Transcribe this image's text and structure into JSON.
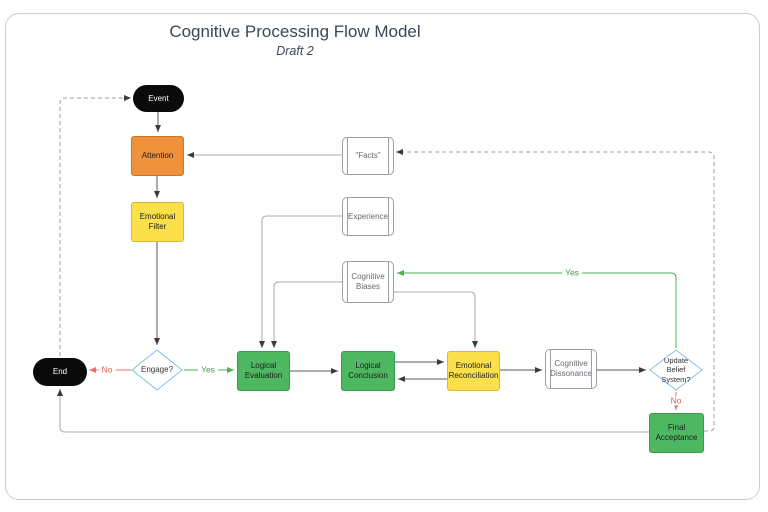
{
  "header": {
    "title": "Cognitive Processing Flow Model",
    "subtitle": "Draft 2"
  },
  "nodes": {
    "event": {
      "label": "Event",
      "type": "terminator",
      "color": "#0D0D0D"
    },
    "attention": {
      "label": "Attention",
      "type": "process",
      "color": "#F0913B"
    },
    "emotional_filter": {
      "label": "Emotional Filter",
      "type": "process",
      "color": "#FBE04A"
    },
    "engage": {
      "label": "Engage?",
      "type": "decision",
      "color": "#FFFFFF"
    },
    "end": {
      "label": "End",
      "type": "terminator",
      "color": "#0D0D0D"
    },
    "logical_evaluation": {
      "label": "Logical Evaluation",
      "type": "process",
      "color": "#4DB861"
    },
    "logical_conclusion": {
      "label": "Logical Conclusion",
      "type": "process",
      "color": "#4DB861"
    },
    "emotional_reconciliation": {
      "label": "Emotional Reconciliation",
      "type": "process",
      "color": "#FBE04A"
    },
    "cognitive_dissonance": {
      "label": "Cognitive Dissonance",
      "type": "predefined-process",
      "color": "#FFFFFF"
    },
    "update_belief": {
      "label": "Update Belief System?",
      "type": "decision",
      "color": "#FFFFFF"
    },
    "final_acceptance": {
      "label": "Final Acceptance",
      "type": "process",
      "color": "#4DB861"
    },
    "facts": {
      "label": "\"Facts\"",
      "type": "predefined-process",
      "color": "#FFFFFF"
    },
    "experience": {
      "label": "Experience",
      "type": "predefined-process",
      "color": "#FFFFFF"
    },
    "cognitive_biases": {
      "label": "Cognitive Biases",
      "type": "predefined-process",
      "color": "#FFFFFF"
    }
  },
  "edges": [
    {
      "from": "End",
      "to": "Event",
      "style": "dashed"
    },
    {
      "from": "Event",
      "to": "Attention"
    },
    {
      "from": "Attention",
      "to": "Emotional Filter"
    },
    {
      "from": "Emotional Filter",
      "to": "Engage?"
    },
    {
      "from": "Engage?",
      "to": "End",
      "label": "No",
      "color": "#E8756D"
    },
    {
      "from": "Engage?",
      "to": "Logical Evaluation",
      "label": "Yes",
      "color": "#4CAF50"
    },
    {
      "from": "\"Facts\"",
      "to": "Attention"
    },
    {
      "from": "Experience",
      "to": "Logical Evaluation"
    },
    {
      "from": "Cognitive Biases",
      "to": "Logical Evaluation"
    },
    {
      "from": "Cognitive Biases",
      "to": "Emotional Reconciliation"
    },
    {
      "from": "Logical Evaluation",
      "to": "Logical Conclusion"
    },
    {
      "from": "Logical Conclusion",
      "to": "Emotional Reconciliation"
    },
    {
      "from": "Emotional Reconciliation",
      "to": "Logical Conclusion"
    },
    {
      "from": "Emotional Reconciliation",
      "to": "Cognitive Dissonance"
    },
    {
      "from": "Cognitive Dissonance",
      "to": "Update Belief System?"
    },
    {
      "from": "Update Belief System?",
      "to": "Cognitive Biases",
      "label": "Yes",
      "color": "#4CAF50"
    },
    {
      "from": "Update Belief System?",
      "to": "Final Acceptance",
      "label": "No",
      "color": "#E8756D"
    },
    {
      "from": "Final Acceptance",
      "to": "End"
    },
    {
      "from": "Final Acceptance",
      "to": "\"Facts\"",
      "style": "dashed"
    }
  ],
  "colors": {
    "node_orange": "#F0913B",
    "node_yellow": "#FBE04A",
    "node_green": "#4DB861",
    "node_black": "#0D0D0D",
    "decision_border_blue": "#85BCEC",
    "edge_red": "#E8756D",
    "edge_green": "#4CAF50",
    "edge_gray": "#ABABAB",
    "title_color": "#3D4754"
  }
}
